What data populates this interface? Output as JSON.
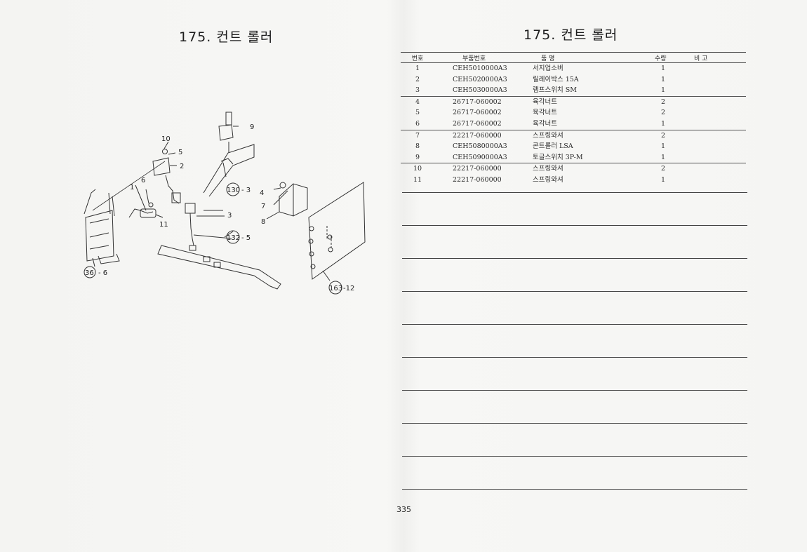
{
  "left_title": "175. 컨트 롤러",
  "right_title": "175. 컨트 롤러",
  "table": {
    "headers": [
      "번호",
      "부품번호",
      "품        명",
      "수량",
      "비  고"
    ],
    "rows": [
      {
        "no": "1",
        "part": "CEH5010000A3",
        "name": "서지업소버",
        "qty": "1"
      },
      {
        "no": "2",
        "part": "CEH5020000A3",
        "name": "릴레이박스 15A",
        "qty": "1"
      },
      {
        "no": "3",
        "part": "CEH5030000A3",
        "name": "램프스위치 SM",
        "qty": "1"
      },
      {
        "no": "4",
        "part": "26717-060002",
        "name": "육각너트",
        "qty": "2"
      },
      {
        "no": "5",
        "part": "26717-060002",
        "name": "육각너트",
        "qty": "2"
      },
      {
        "no": "6",
        "part": "26717-060002",
        "name": "육각너트",
        "qty": "1"
      },
      {
        "no": "7",
        "part": "22217-060000",
        "name": "스프링와셔",
        "qty": "2"
      },
      {
        "no": "8",
        "part": "CEH5080000A3",
        "name": "콘트롤러 LSA",
        "qty": "1"
      },
      {
        "no": "9",
        "part": "CEH5090000A3",
        "name": "토글스위치 3P-M",
        "qty": "1"
      },
      {
        "no": "10",
        "part": "22217-060000",
        "name": "스프링와셔",
        "qty": "2"
      },
      {
        "no": "11",
        "part": "22217-060000",
        "name": "스프링와셔",
        "qty": "1"
      }
    ]
  },
  "diagram_labels": {
    "l10": "10",
    "l5": "5",
    "l2": "2",
    "l6": "6",
    "l1": "1",
    "l11": "11",
    "l9": "9",
    "l3": "3",
    "l4": "4",
    "l7": "7",
    "l8": "8",
    "ref36": "36",
    "ref36_suffix": "- 6",
    "ref130": "130",
    "ref130_suffix": "- 3",
    "ref132": "132",
    "ref132_suffix": "- 5",
    "ref163": "163",
    "ref163_suffix": "-12"
  },
  "page_number": "335"
}
